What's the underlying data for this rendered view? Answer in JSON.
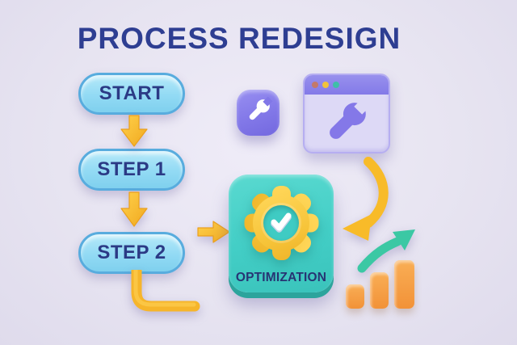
{
  "illustration": {
    "title": "PROCESS REDESIGN",
    "flow": {
      "nodes": [
        {
          "id": "start",
          "label": "START"
        },
        {
          "id": "step1",
          "label": "STEP 1"
        },
        {
          "id": "step2",
          "label": "STEP 2"
        }
      ],
      "result_label": "OPTIMIZATION"
    },
    "icons": [
      "wrench-badge-icon",
      "browser-wrench-icon",
      "gear-check-icon",
      "down-arrow-icon",
      "right-arrow-icon",
      "elbow-connector-icon",
      "curved-down-arrow-icon",
      "growth-arrow-icon",
      "bar-chart-icon"
    ],
    "bar_chart_icon": {
      "relative_bar_heights": [
        30,
        45,
        60
      ]
    },
    "colors": {
      "background": "#E7E4F1",
      "title_text": "#2E3E92",
      "node_fill": "#92DAF4",
      "node_border": "#58ACDE",
      "node_text": "#2B3A85",
      "arrow_yellow": "#F8BB29",
      "card_teal": "#43CEC6",
      "card_lip_teal": "#2CA49C",
      "gear_yellow": "#F6C338",
      "check_white": "#FFFFFF",
      "purple": "#8278E8",
      "browser_body": "#DDD9F6",
      "browser_dots": [
        "#C4796A",
        "#F0C33C",
        "#3FBFA8"
      ],
      "bars_orange": "#F29238",
      "growth_teal": "#3BC8A4"
    }
  }
}
